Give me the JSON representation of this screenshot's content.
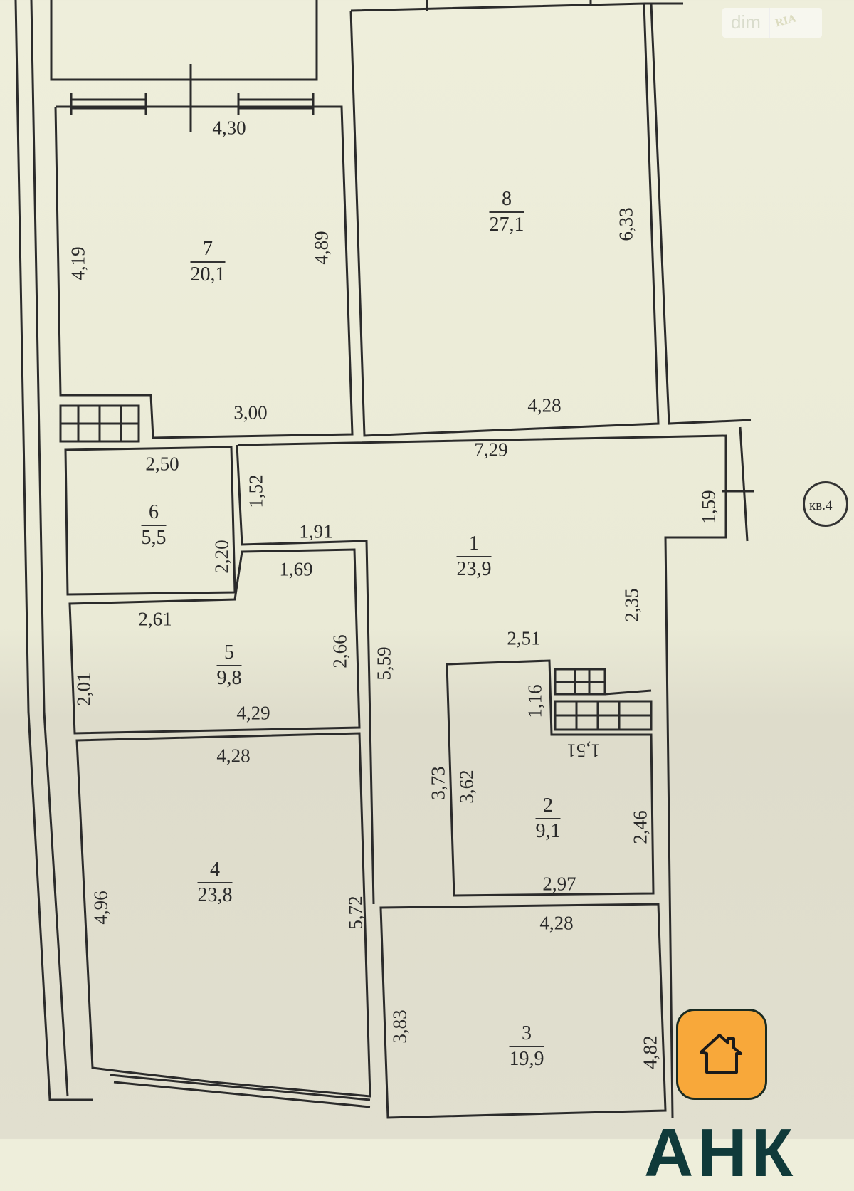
{
  "rooms": [
    {
      "num": "8",
      "area": "27,1"
    },
    {
      "num": "7",
      "area": "20,1"
    },
    {
      "num": "6",
      "area": "5,5"
    },
    {
      "num": "1",
      "area": "23,9"
    },
    {
      "num": "5",
      "area": "9,8"
    },
    {
      "num": "2",
      "area": "9,1"
    },
    {
      "num": "4",
      "area": "23,8"
    },
    {
      "num": "3",
      "area": "19,9"
    }
  ],
  "dimensions": [
    "4,30",
    "4,19",
    "4,89",
    "3,00",
    "6,33",
    "4,28",
    "7,29",
    "2,50",
    "1,52",
    "1,59",
    "2,20",
    "1,91",
    "1,69",
    "2,35",
    "2,61",
    "2,51",
    "2,66",
    "5,59",
    "2,01",
    "1,16",
    "4,29",
    "4,28",
    "1,51",
    "3,73",
    "3,62",
    "2,46",
    "2,97",
    "4,96",
    "5,72",
    "4,28",
    "3,83",
    "4,82"
  ],
  "flat_label": "кв.4",
  "watermark": {
    "text": "dim",
    "logo": "RIA"
  },
  "brand": {
    "text": "АНК",
    "accent": "#f8a83a"
  }
}
